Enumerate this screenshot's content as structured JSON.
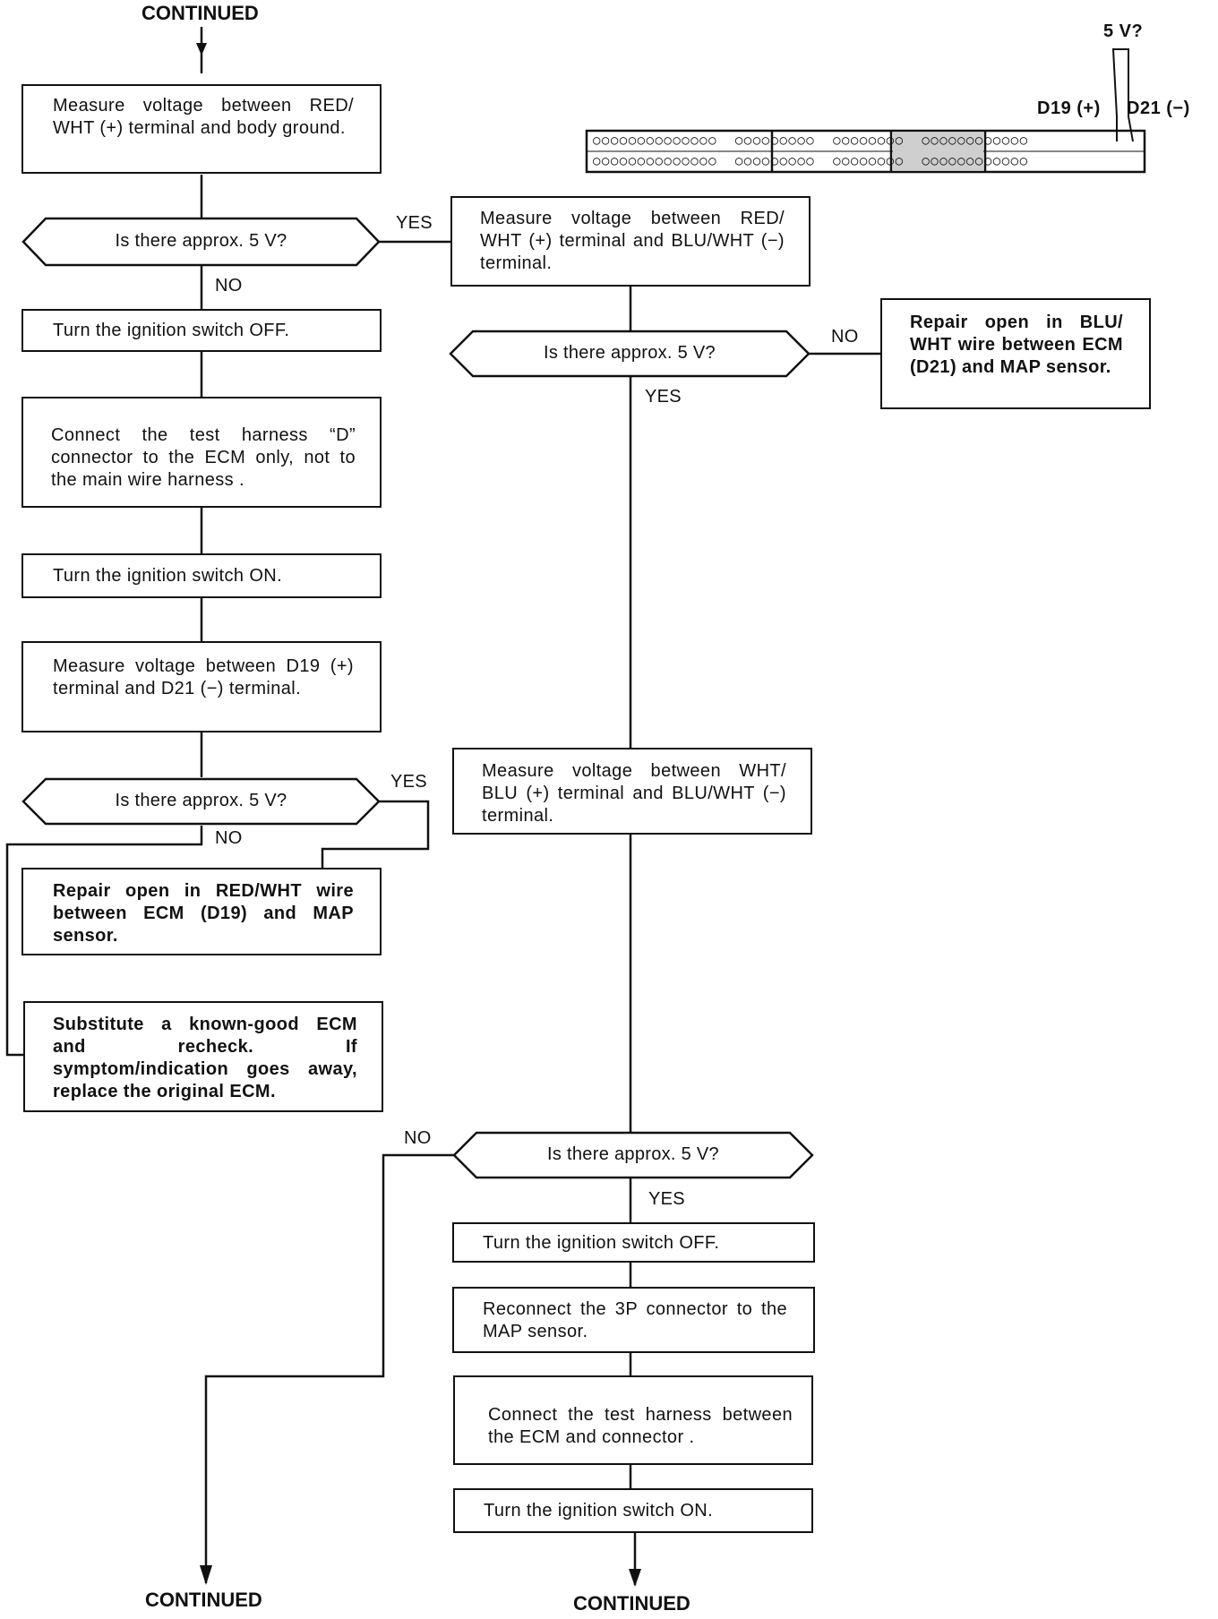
{
  "continued_top": "CONTINUED",
  "continued_bottom_left": "CONTINUED",
  "continued_bottom_right": "CONTINUED",
  "connector": {
    "voltage_question": "5 V?",
    "d19_label": "D19 (+)",
    "d21_label": "D21 (−)"
  },
  "left_column": {
    "measure_red_wht": "Measure voltage between RED/ WHT (+) terminal and body ground.",
    "decision_1": "Is there approx. 5 V?",
    "turn_off": "Turn the ignition switch OFF.",
    "connect_harness": "Connect the test harness “D” connector to the ECM only, not to the main wire harness .",
    "turn_on": "Turn the ignition switch ON.",
    "measure_d19_d21": "Measure voltage between D19 (+) terminal and D21 (−) terminal.",
    "decision_2": "Is there approx. 5 V?",
    "repair_red_wht": "Repair open in RED/WHT wire between ECM (D19) and MAP sensor.",
    "substitute_ecm": "Substitute a known-good ECM and recheck. If symptom/indication goes away, replace the original ECM."
  },
  "right_column": {
    "measure_red_blu": "Measure voltage between RED/ WHT (+) terminal and BLU/WHT (−) terminal.",
    "decision_3": "Is there approx. 5 V?",
    "repair_blu_wht": "Repair open in BLU/ WHT wire between ECM (D21) and MAP sensor.",
    "measure_wht_blu": "Measure voltage between WHT/ BLU (+) terminal and BLU/WHT (−) terminal.",
    "decision_4": "Is there approx. 5 V?",
    "turn_off": "Turn the ignition switch OFF.",
    "reconnect": "Reconnect the 3P connector to the MAP sensor.",
    "connect_test_harness": "Connect the test harness between the ECM and connector .",
    "turn_on": "Turn the ignition switch ON."
  },
  "labels": {
    "yes_1": "YES",
    "no_1": "NO",
    "yes_2": "YES",
    "no_2": "NO",
    "no_3": "NO",
    "yes_3": "YES",
    "no_4": "NO",
    "yes_4": "YES"
  }
}
